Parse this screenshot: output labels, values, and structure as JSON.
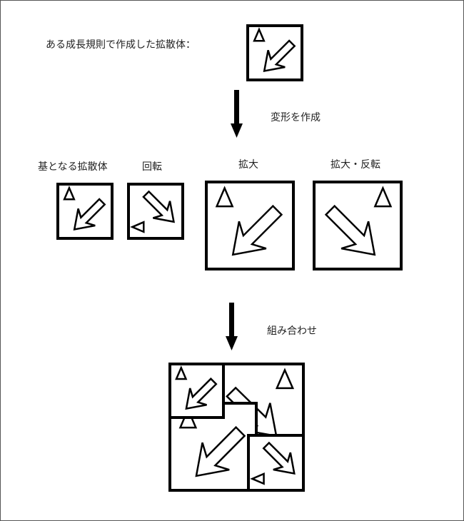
{
  "top_caption": "ある成長規則で作成した拡散体：",
  "step1_caption": "変形を作成",
  "variants": {
    "base": "基となる拡散体",
    "rotate": "回転",
    "enlarge": "拡大",
    "enlarge_flip": "拡大・反転"
  },
  "step2_caption": "組み合わせ"
}
